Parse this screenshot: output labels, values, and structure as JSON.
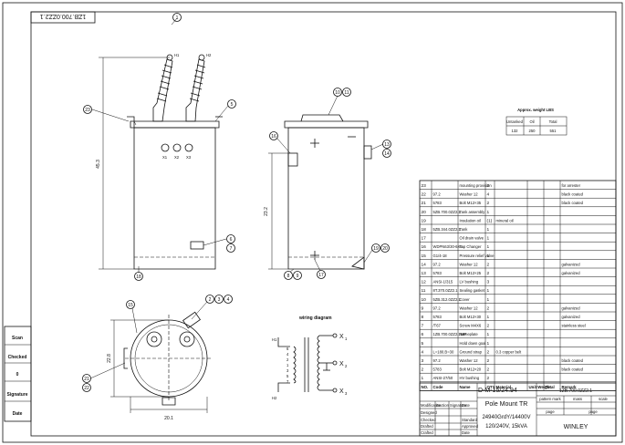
{
  "sheet_id": "1ZB.700.0ZZ2.1",
  "front_view": {
    "labels": [
      "H1",
      "H2"
    ],
    "terminals": [
      "X1",
      "X2",
      "X3"
    ],
    "height_dim": "45.3",
    "callouts": [
      "1",
      "23",
      "5",
      "6",
      "7",
      "18"
    ]
  },
  "side_view": {
    "height_dim": "23.2",
    "callouts": [
      "10",
      "11",
      "16",
      "13",
      "14",
      "19",
      "20",
      "8",
      "9",
      "17"
    ]
  },
  "top_view": {
    "depth_dim": "22.8",
    "width_dim": "20.1",
    "callouts": [
      "2",
      "3",
      "4",
      "15",
      "21",
      "22"
    ]
  },
  "wiring": {
    "title": "wiring diagram",
    "primary": [
      "H1",
      "H2"
    ],
    "taps": [
      "6",
      "4",
      "2",
      "1",
      "3",
      "5",
      "7"
    ],
    "secondary": [
      "X",
      "X",
      "X"
    ],
    "sec_sub": [
      "1",
      "2",
      "3"
    ]
  },
  "weight_table": {
    "title": "Approx. weight LBS",
    "headers": [
      "Untanked",
      "Oil",
      "Total"
    ],
    "values": [
      "132",
      "250",
      "551"
    ]
  },
  "bom": {
    "headers": [
      "NO.",
      "Code",
      "Name",
      "QTY",
      "Material",
      "Unit Weight",
      "Total",
      "Remark"
    ],
    "rows": [
      [
        "23",
        "",
        "mounting provision",
        "2",
        "",
        "",
        "",
        "for arrester"
      ],
      [
        "22",
        "97.2",
        "Washer 12",
        "4",
        "",
        "",
        "",
        "black coated"
      ],
      [
        "21",
        "5783",
        "Bolt M12×35",
        "2",
        "",
        "",
        "",
        "black coated"
      ],
      [
        "20",
        "5ZB.700.0ZZ2.1",
        "Tank assembly",
        "1",
        "",
        "",
        "",
        ""
      ],
      [
        "19",
        "",
        "Insulation oil",
        "(1)",
        "mineral oil",
        "",
        "",
        ""
      ],
      [
        "18",
        "5ZB.344.0ZZ2.1",
        "Tank",
        "1",
        "",
        "",
        "",
        ""
      ],
      [
        "17",
        "",
        "Oil drain valve",
        "1",
        "",
        "",
        "",
        ""
      ],
      [
        "16",
        "WDPN63/30-6X5",
        "Tap Changer",
        "1",
        "",
        "",
        "",
        ""
      ],
      [
        "15",
        "G1/4-18",
        "Pressure relief valve",
        "1",
        "",
        "",
        "",
        ""
      ],
      [
        "14",
        "97.2",
        "Washer 12",
        "2",
        "",
        "",
        "",
        "galvanized"
      ],
      [
        "13",
        "5783",
        "Bolt M12×25",
        "2",
        "",
        "",
        "",
        "galvanized"
      ],
      [
        "12",
        "ANSI-1/315",
        "LV bushing",
        "3",
        "",
        "",
        "",
        ""
      ],
      [
        "11",
        "8T.370.0ZZ2.1",
        "Sealing gasket",
        "1",
        "",
        "",
        "",
        ""
      ],
      [
        "10",
        "5ZB.312.0ZZ2.1",
        "Cover",
        "1",
        "",
        "",
        "",
        ""
      ],
      [
        "9",
        "97.2",
        "Washer 12",
        "2",
        "",
        "",
        "",
        "galvanized"
      ],
      [
        "8",
        "5783",
        "Bolt M12×30",
        "1",
        "",
        "",
        "",
        "galvanized"
      ],
      [
        "7",
        "/T67",
        "Screw M4X6",
        "2",
        "",
        "",
        "",
        "stainless steel"
      ],
      [
        "6",
        "1ZB.700.0ZZ2.1MP",
        "Nameplate",
        "1",
        "",
        "",
        "",
        ""
      ],
      [
        "5",
        "",
        "Hold down goal",
        "1",
        "",
        "",
        "",
        ""
      ],
      [
        "4",
        "L=180.B=30",
        "Ground strap",
        "2",
        "0.3 copper belt",
        "",
        "",
        ""
      ],
      [
        "3",
        "97.2",
        "Washer 12",
        "2",
        "",
        "",
        "",
        "black coated"
      ],
      [
        "2",
        "5783",
        "Bolt M12×20",
        "2",
        "",
        "",
        "",
        "black coated"
      ],
      [
        "1",
        "ANSI-27/50",
        "HV bushing",
        "2",
        "",
        "",
        "",
        ""
      ]
    ]
  },
  "title_block": {
    "drawing_no": "D-M-15/24.94",
    "doc_code": "1ZB.700.0ZZ2.1",
    "title": "Pole Mount TR",
    "spec1": "24940GrdY/14400V",
    "spec2": "120/240V, 15kVA",
    "company": "WINLEY",
    "col_labels": [
      "pattern mark",
      "mass",
      "scale"
    ],
    "roles": [
      "Modification",
      "Designed",
      "Checked",
      "Drafted",
      "Crafted"
    ],
    "role_cols": [
      "Section",
      "Signature",
      "Date"
    ],
    "role_right": [
      "Standard",
      "Approved",
      "Date"
    ],
    "page_labels": [
      "page",
      "page"
    ]
  },
  "left_strip": [
    "Scan",
    "Checked",
    "0",
    "Signature",
    "Date"
  ]
}
